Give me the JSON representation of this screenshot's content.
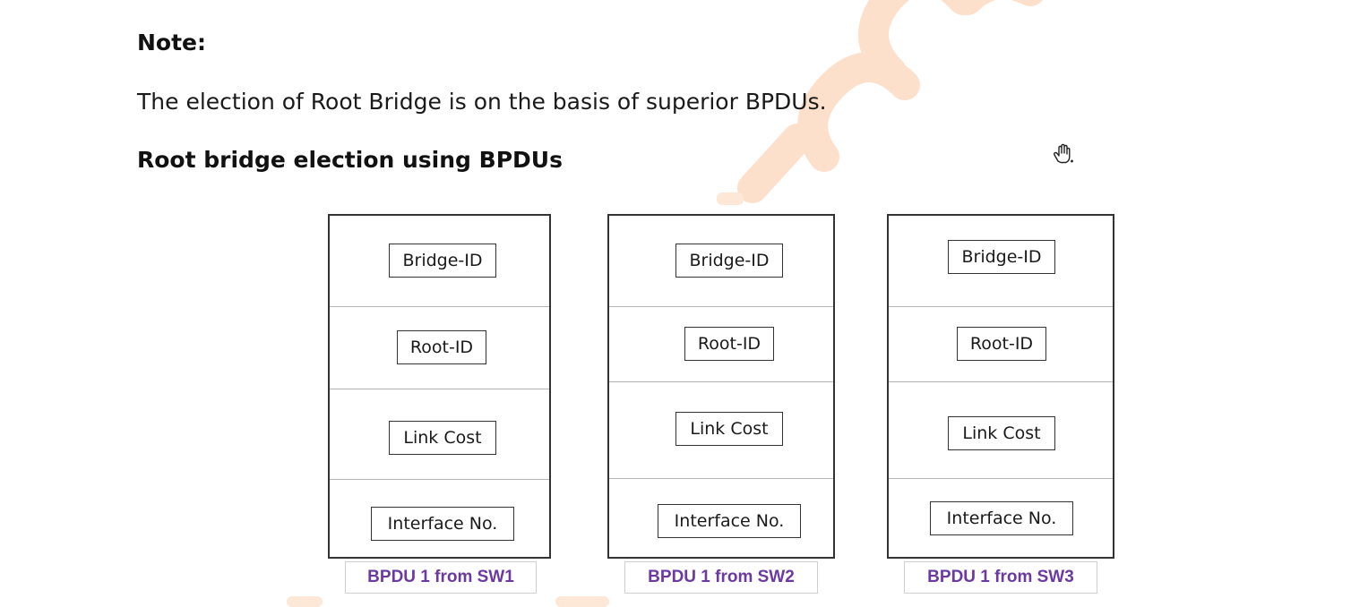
{
  "note_heading": "Note:",
  "note_text": "The election of Root Bridge is on the basis of superior BPDUs.",
  "section_heading": "Root bridge election using BPDUs",
  "colors": {
    "caption_text": "#6a3aa0",
    "watermark": "#fde0cc",
    "frame_border": "#333333"
  },
  "cursor_icon": "hand-cursor-icon",
  "bpdus": [
    {
      "fields": [
        "Bridge-ID",
        "Root-ID",
        "Link Cost",
        "Interface No."
      ],
      "caption": "BPDU 1 from SW1"
    },
    {
      "fields": [
        "Bridge-ID",
        "Root-ID",
        "Link Cost",
        "Interface No."
      ],
      "caption": "BPDU 1 from SW2"
    },
    {
      "fields": [
        "Bridge-ID",
        "Root-ID",
        "Link Cost",
        "Interface No."
      ],
      "caption": "BPDU 1 from SW3"
    }
  ]
}
